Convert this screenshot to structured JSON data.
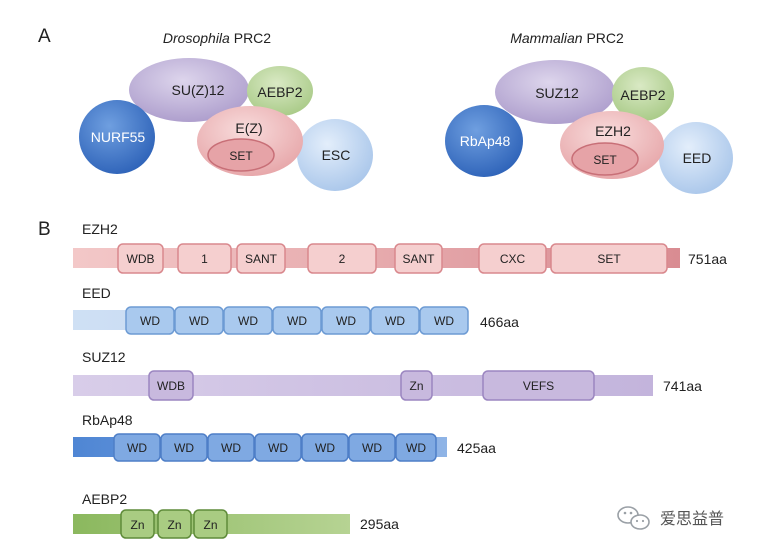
{
  "panels": {
    "a": "A",
    "b": "B"
  },
  "drosophila": {
    "title_italic": "Drosophila",
    "title_rest": " PRC2",
    "suz12": "SU(Z)12",
    "aebp2": "AEBP2",
    "nurf55": "NURF55",
    "ez": "E(Z)",
    "set": "SET",
    "esc": "ESC"
  },
  "mammalian": {
    "title_italic": "Mammalian",
    "title_rest": " PRC2",
    "suz12": "SUZ12",
    "aebp2": "AEBP2",
    "rbap48": "RbAp48",
    "ezh2": "EZH2",
    "set": "SET",
    "eed": "EED"
  },
  "proteins": {
    "ezh2": {
      "name": "EZH2",
      "length": "751aa",
      "domains": [
        "WDB",
        "1",
        "SANT",
        "2",
        "SANT",
        "CXC",
        "SET"
      ]
    },
    "eed": {
      "name": "EED",
      "length": "466aa",
      "domains": [
        "WD",
        "WD",
        "WD",
        "WD",
        "WD",
        "WD",
        "WD"
      ]
    },
    "suz12": {
      "name": "SUZ12",
      "length": "741aa",
      "domains": [
        "WDB",
        "Zn",
        "VEFS"
      ]
    },
    "rbap48": {
      "name": "RbAp48",
      "length": "425aa",
      "domains": [
        "WD",
        "WD",
        "WD",
        "WD",
        "WD",
        "WD",
        "WD"
      ]
    },
    "aebp2": {
      "name": "AEBP2",
      "length": "295aa",
      "domains": [
        "Zn",
        "Zn",
        "Zn"
      ]
    }
  },
  "watermark": {
    "text": "爱思益普"
  },
  "colors": {
    "red_fill": "#f2c3c3",
    "red_stroke": "#d9888d",
    "red_bar": "#e9aeb1",
    "blue_fill": "#a8c8ec",
    "blue_stroke": "#6d9bd4",
    "purple_fill": "#cbbfdf",
    "purple_stroke": "#9b86c0",
    "green_fill": "#a6c97c",
    "green_stroke": "#6e9a46"
  }
}
